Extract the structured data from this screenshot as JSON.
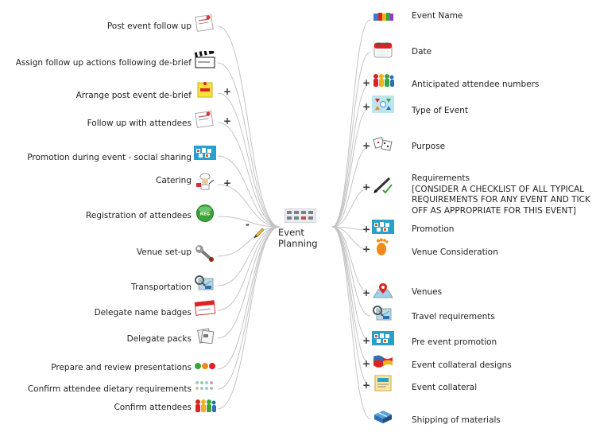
{
  "center": {
    "title": "Event Planning",
    "collapse_symbol": "-"
  },
  "expand_symbol": "+",
  "left_items": [
    {
      "label": "Post event follow up",
      "icon": "note-paper-icon",
      "expand": false
    },
    {
      "label": "Assign follow up actions following de-brief",
      "icon": "clapperboard-icon",
      "expand": false
    },
    {
      "label": "Arrange post event de-brief",
      "icon": "sticky-note-icon",
      "expand": true
    },
    {
      "label": "Follow up with attendees",
      "icon": "note-paper-icon",
      "expand": true
    },
    {
      "label": "Promotion during event - social sharing",
      "icon": "social-icons-icon",
      "expand": false
    },
    {
      "label": "Catering",
      "icon": "chef-icon",
      "expand": true
    },
    {
      "label": "Registration of attendees",
      "icon": "register-button-icon",
      "expand": false
    },
    {
      "label": "Venue set-up",
      "icon": "wrench-icon",
      "expand": false
    },
    {
      "label": "Transportation",
      "icon": "map-car-icon",
      "expand": false
    },
    {
      "label": "Delegate name badges",
      "icon": "name-badge-icon",
      "expand": false
    },
    {
      "label": "Delegate packs",
      "icon": "folder-pack-icon",
      "expand": false
    },
    {
      "label": "Prepare and review presentations",
      "icon": "traffic-dots-icon",
      "expand": false
    },
    {
      "label": "Confirm attendee dietary requirements",
      "icon": "dots-grid-icon",
      "expand": false
    },
    {
      "label": "Confirm attendees",
      "icon": "people-group-icon",
      "expand": false
    }
  ],
  "right_items": [
    {
      "label": "Event Name",
      "icon": "letter-blocks-icon",
      "expand": false
    },
    {
      "label": "Date",
      "icon": "calendar-icon",
      "expand": false
    },
    {
      "label": "Anticipated attendee numbers",
      "icon": "people-group-icon",
      "expand": true
    },
    {
      "label": "Type of Event",
      "icon": "diagram-shapes-icon",
      "expand": true
    },
    {
      "label": "Purpose",
      "icon": "dice-icon",
      "expand": true
    },
    {
      "label": "Requirements\n[CONSIDER A CHECKLIST OF ALL TYPICAL\nREQUIREMENTS FOR ANY EVENT AND TICK\nOFF AS APPROPRIATE FOR THIS EVENT]",
      "icon": "pen-checklist-icon",
      "expand": true
    },
    {
      "label": "Promotion",
      "icon": "social-icons-icon",
      "expand": true
    },
    {
      "label": "Venue Consideration",
      "icon": "footprint-icon",
      "expand": true
    },
    {
      "label": "Venues",
      "icon": "map-pin-icon",
      "expand": true
    },
    {
      "label": "Travel requirements",
      "icon": "map-car-icon",
      "expand": false
    },
    {
      "label": "Pre event promotion",
      "icon": "social-icons-icon",
      "expand": true
    },
    {
      "label": "Event collateral designs",
      "icon": "flag-swatch-icon",
      "expand": true
    },
    {
      "label": "Event collateral",
      "icon": "brochure-icon",
      "expand": true
    },
    {
      "label": "Shipping of materials",
      "icon": "package-icon",
      "expand": false
    }
  ],
  "colors": {
    "line": "#c4c4c4",
    "text": "#222222",
    "accent_green": "#3aa43a",
    "accent_blue": "#2a9fc9",
    "accent_orange": "#f08a1c"
  }
}
